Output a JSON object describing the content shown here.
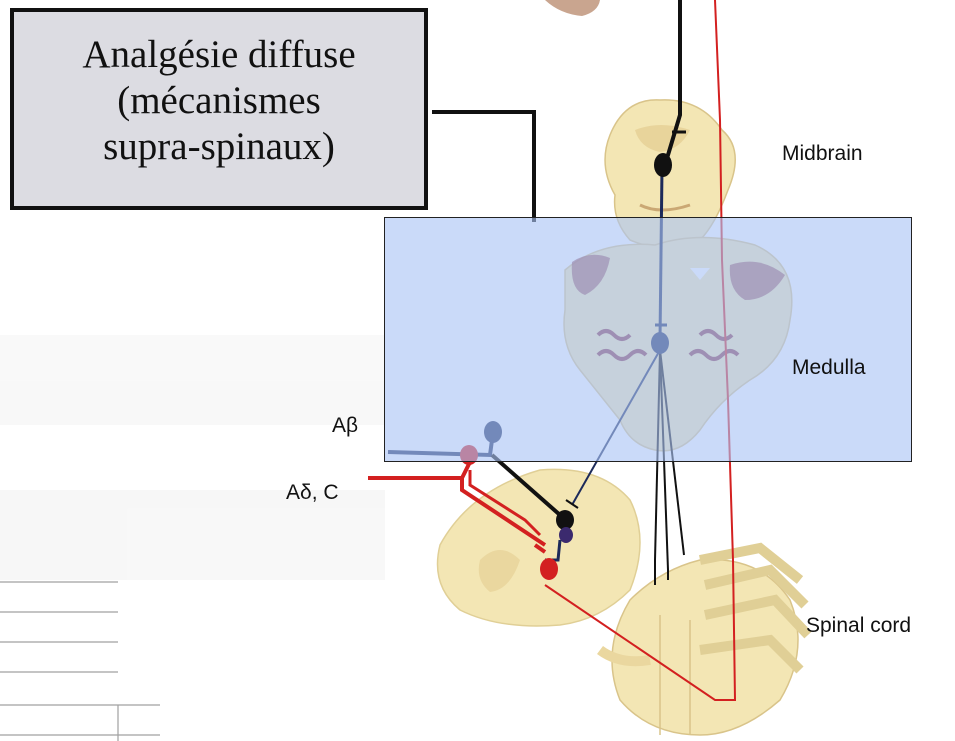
{
  "callout": {
    "line1": "Analgésie diffuse",
    "line2": "(mécanismes",
    "line3": "supra-spinaux)"
  },
  "labels": {
    "midbrain": "Midbrain",
    "medulla": "Medulla",
    "spinal_cord": "Spinal cord",
    "a_beta": "Aβ",
    "a_delta_c": "Aδ, C"
  },
  "colors": {
    "callout_fill": "#dcdce2",
    "highlight_fill": "#aac3f5",
    "tissue": "#f3e6b4",
    "tissue_dark": "#8d3c4a",
    "pathway_red": "#d32020",
    "pathway_navy": "#1c2a5a",
    "pathway_black": "#111111"
  }
}
